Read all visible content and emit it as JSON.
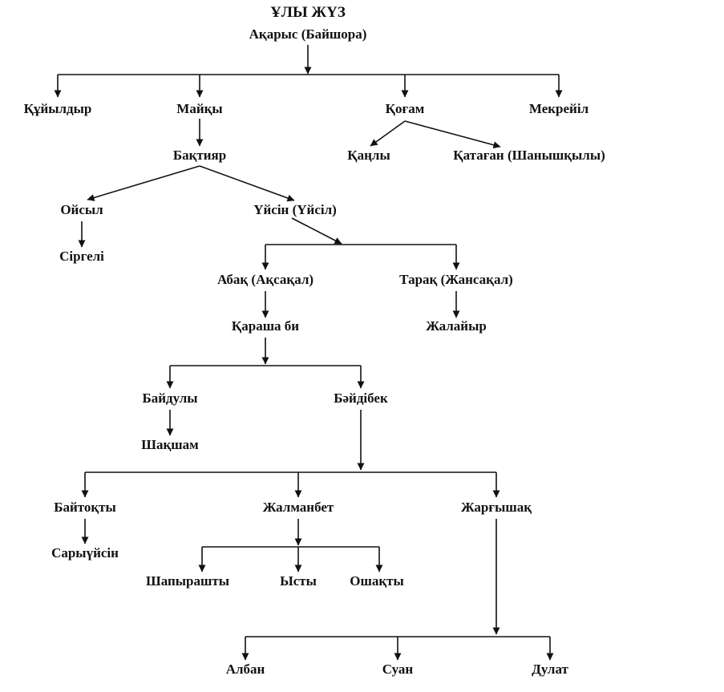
{
  "title": "ҰЛЫ ЖҮЗ",
  "nodes": {
    "akarys": "Ақарыс (Байшора)",
    "kuiyldyr": "Құйылдыр",
    "maiky": "Майқы",
    "kogam": "Қоғам",
    "mekreiil": "Мекрейіл",
    "baktiyar": "Бақтияр",
    "kanly": "Қаңлы",
    "katagan": "Қатаған (Шанышқылы)",
    "oisyl": "Ойсыл",
    "uisin": "Үйсін (Үйсіл)",
    "sirgeli": "Сіргелі",
    "abak": "Абақ (Ақсақал)",
    "tarak": "Тарақ (Жансақал)",
    "karasha": "Қараша би",
    "zhalaiyr": "Жалайыр",
    "baidyly": "Байдулы",
    "baidibek": "Бәйдібек",
    "shakysham": "Шақшам",
    "baitokty": "Байтоқты",
    "zhalmanbet": "Жалманбет",
    "zhargyshak": "Жарғышақ",
    "saryuisin": "Сарыүйсін",
    "shapyrashty": "Шапырашты",
    "ysty": "Ысты",
    "oshakty": "Ошақты",
    "alban": "Албан",
    "suan": "Суан",
    "dulat": "Дулат"
  }
}
